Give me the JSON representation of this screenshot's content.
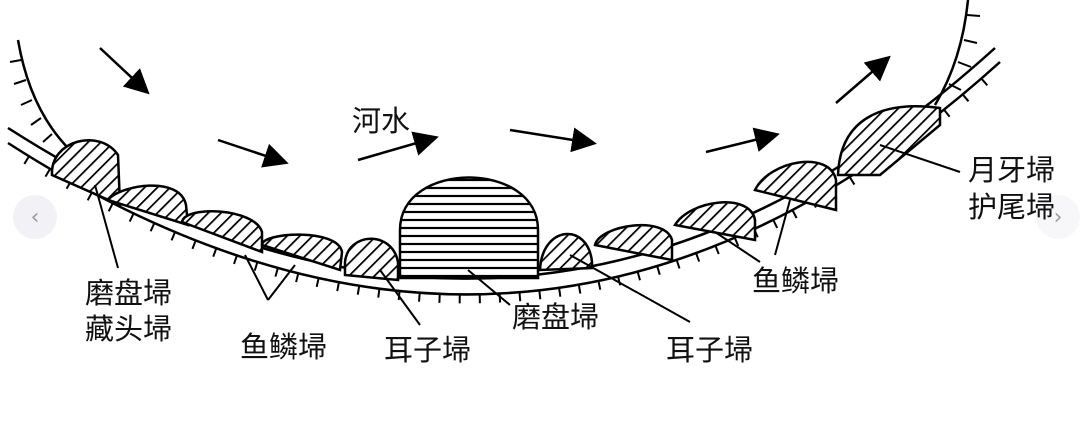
{
  "diagram": {
    "river_label": "河水",
    "labels": {
      "left_top": "磨盘埽",
      "left_bottom": "藏头埽",
      "fish_left": "鱼鳞埽",
      "ear_left": "耳子埽",
      "mill_center": "磨盘埽",
      "ear_right": "耳子埽",
      "fish_right": "鱼鳞埽",
      "crescent": "月牙埽",
      "tail": "护尾埽"
    }
  },
  "nav": {
    "prev": "‹",
    "next": "›"
  }
}
